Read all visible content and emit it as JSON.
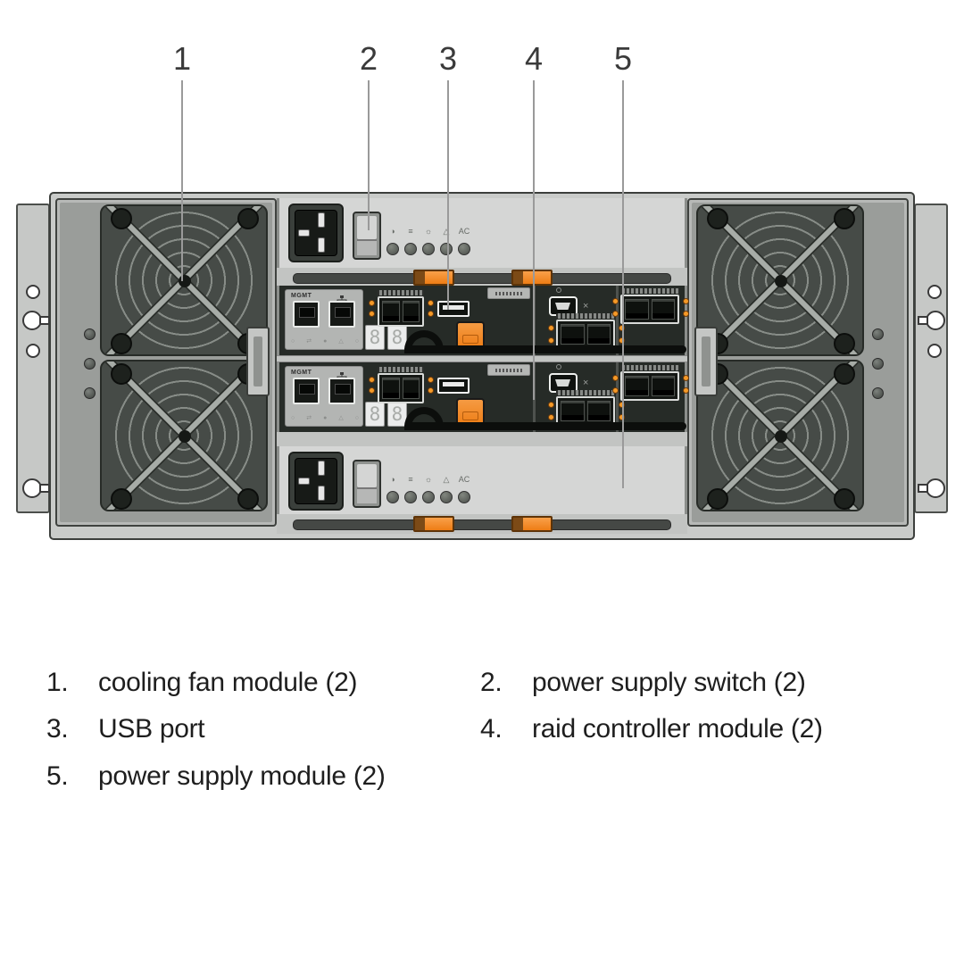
{
  "callouts": [
    {
      "number": "1",
      "legend_number": "1.",
      "label": "cooling fan module (2)"
    },
    {
      "number": "2",
      "legend_number": "2.",
      "label": "power supply switch (2)"
    },
    {
      "number": "3",
      "legend_number": "3.",
      "label": "USB port"
    },
    {
      "number": "4",
      "legend_number": "4.",
      "label": "raid controller module (2)"
    },
    {
      "number": "5",
      "legend_number": "5.",
      "label": "power supply module (2)"
    }
  ],
  "enclosure": {
    "controller": {
      "mgmt_label": "MGMT",
      "display_digits": [
        "8",
        "8"
      ]
    },
    "psu_status_icons": [
      "◑",
      "≡",
      "☼",
      "△",
      "AC"
    ],
    "controller_status_icons": [
      "○",
      "⇄",
      "●",
      "△",
      "○"
    ],
    "icon_names": {
      "psu_status": [
        "standby-power-icon",
        "dc-power-icon",
        "fan-fault-icon",
        "temperature-warning-icon",
        "ac-power-icon"
      ],
      "controller_status": [
        "power-icon",
        "link-icon",
        "battery-icon",
        "fault-icon",
        "cache-icon"
      ]
    },
    "colors": {
      "accent_orange": "#f5861f",
      "chassis_gray": "#c9cbc9",
      "controller_panel": "#262b27",
      "psu_panel": "#d5d6d5"
    }
  }
}
